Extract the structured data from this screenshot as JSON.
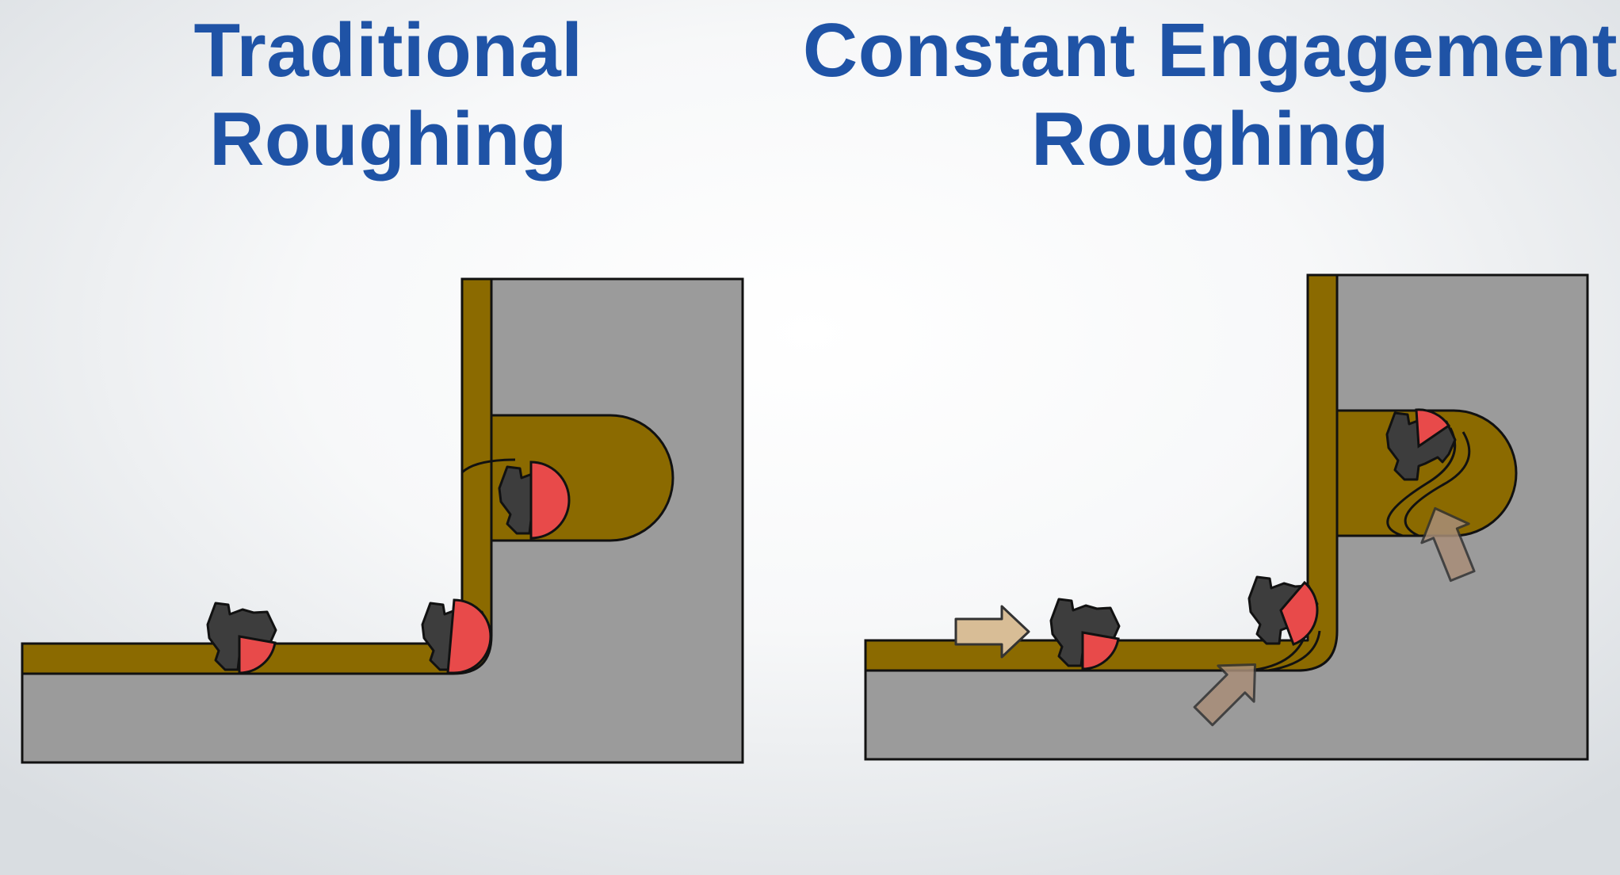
{
  "panels": {
    "left": {
      "title_line1": "Traditional",
      "title_line2": "Roughing"
    },
    "right": {
      "title_line1": "Constant Engagement",
      "title_line2": "Roughing"
    }
  },
  "colors": {
    "title": "#1f53a6",
    "stock": "#9b9b9b",
    "toolpath": "#8b6a00",
    "cutter_body": "#3d3d3d",
    "engagement": "#e84a4a",
    "arrow_light": "#d8bd96",
    "arrow_dark": "#a88e78",
    "outline": "#111111"
  },
  "icons": {
    "cutter": "end-mill-cutter-icon",
    "direction_arrow": "feed-direction-arrow-icon"
  }
}
